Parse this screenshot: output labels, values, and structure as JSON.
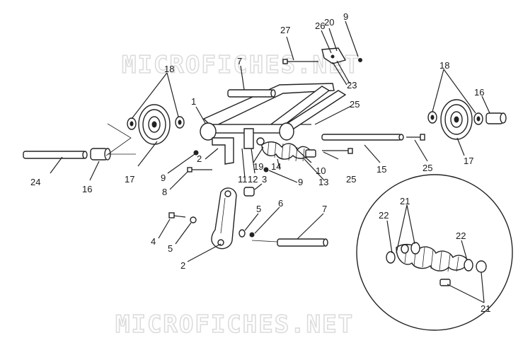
{
  "watermark": "MICROFICHES.NET",
  "callouts": {
    "c1": "1",
    "c2a": "2",
    "c2b": "2",
    "c3": "3",
    "c4": "4",
    "c5a": "5",
    "c5b": "5",
    "c6": "6",
    "c7a": "7",
    "c7b": "7",
    "c8": "8",
    "c9a": "9",
    "c9b": "9",
    "c9c": "9",
    "c10": "10",
    "c11": "11",
    "c12": "12",
    "c13": "13",
    "c14": "14",
    "c15": "15",
    "c16a": "16",
    "c16b": "16",
    "c17a": "17",
    "c17b": "17",
    "c18a": "18",
    "c18b": "18",
    "c19": "19",
    "c20": "20",
    "c21a": "21",
    "c21b": "21",
    "c22a": "22",
    "c22b": "22",
    "c23": "23",
    "c24": "24",
    "c25a": "25",
    "c25b": "25",
    "c25c": "25",
    "c26": "26",
    "c27": "27"
  }
}
